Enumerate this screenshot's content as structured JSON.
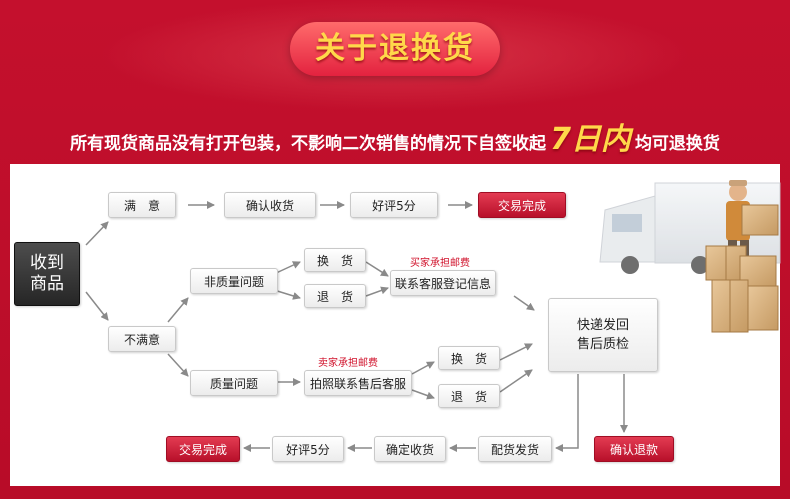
{
  "header": {
    "title": "关于退换货",
    "subtitle_before": "所有现货商品没有打开包装，不影响二次销售的情况下自签收起",
    "subtitle_highlight": "7日内",
    "subtitle_after": "均可退换货"
  },
  "flow": {
    "start": "收到\n商品",
    "satisfied": "满　意",
    "confirm_receipt": "确认收货",
    "good_review_top": "好评5分",
    "deal_done_top": "交易完成",
    "unsatisfied": "不满意",
    "non_quality_issue": "非质量问题",
    "exchange_1": "换　货",
    "return_1": "退　货",
    "buyer_pays_note": "买家承担邮费",
    "contact_service_register": "联系客服登记信息",
    "quality_issue": "质量问题",
    "seller_pays_note": "卖家承担邮费",
    "photo_contact_service": "拍照联系售后客服",
    "exchange_2": "换　货",
    "return_2": "退　货",
    "courier_return_inspect": "快递发回\n售后质检",
    "confirm_refund": "确认退款",
    "ship_goods": "配货发货",
    "confirm_receipt_bottom": "确定收货",
    "good_review_bottom": "好评5分",
    "deal_done_bottom": "交易完成"
  },
  "colors": {
    "banner_red": "#c4102d",
    "title_yellow": "#ffd84a",
    "button_red": "#c8102e",
    "note_red": "#d0102a",
    "start_box_dark": "#333333"
  }
}
